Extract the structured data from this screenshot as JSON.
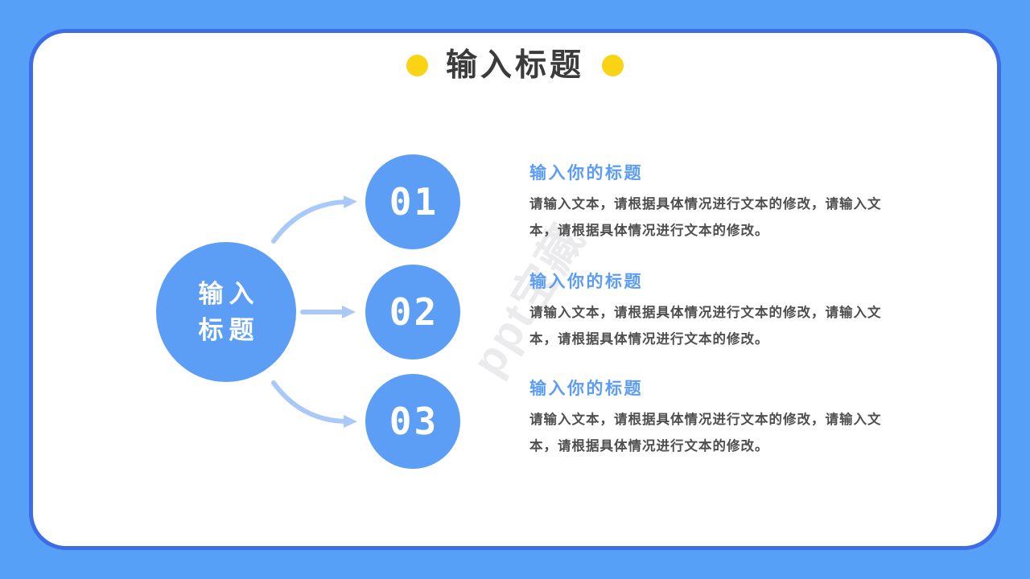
{
  "slide": {
    "title": "输入标题",
    "hub": {
      "line1": "输入",
      "line2": "标题"
    },
    "items": [
      {
        "number": "01",
        "heading": "输入你的标题",
        "body": "请输入文本，请根据具体情况进行文本的修改，请输入文本，请根据具体情况进行文本的修改。"
      },
      {
        "number": "02",
        "heading": "输入你的标题",
        "body": "请输入文本，请根据具体情况进行文本的修改，请输入文本，请根据具体情况进行文本的修改。"
      },
      {
        "number": "03",
        "heading": "输入你的标题",
        "body": "请输入文本，请根据具体情况进行文本的修改，请输入文本，请根据具体情况进行文本的修改。"
      }
    ],
    "watermark": "ppt宝藏",
    "colors": {
      "background_blue": "#57A0F8",
      "card_border_blue": "#3D6CE5",
      "circle_blue": "#5C9DF6",
      "arrow_blue": "#A9CAF8",
      "accent_yellow": "#FAD414",
      "title_text": "#3B3B3B",
      "heading_blue": "#5B9CF6",
      "body_text": "#4F4F4F"
    }
  }
}
